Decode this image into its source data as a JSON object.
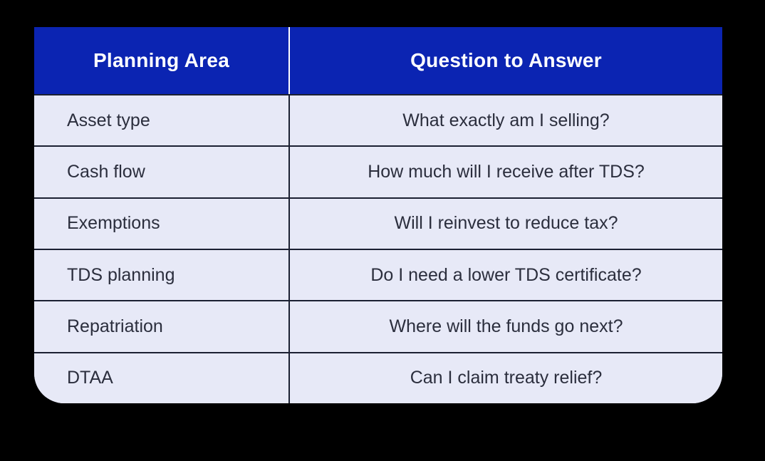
{
  "colors": {
    "background": "#000000",
    "header_background": "#0b24b2",
    "header_text": "#ffffff",
    "header_divider": "#ffffff",
    "row_background": "#e7e9f7",
    "row_text": "#2b2e3d",
    "divider": "#1b2032"
  },
  "chart_data": {
    "type": "table",
    "columns": [
      "Planning Area",
      "Question to Answer"
    ],
    "rows": [
      [
        "Asset type",
        "What exactly am I selling?"
      ],
      [
        "Cash flow",
        "How much will I receive after TDS?"
      ],
      [
        "Exemptions",
        "Will I reinvest to reduce tax?"
      ],
      [
        "TDS planning",
        "Do I need a lower TDS certificate?"
      ],
      [
        "Repatriation",
        "Where will the funds go next?"
      ],
      [
        "DTAA",
        "Can I claim treaty relief?"
      ]
    ],
    "layout": {
      "legend": "none",
      "grid": "row-dividers",
      "column_alignment": [
        "left",
        "center"
      ],
      "header_style": "solid-blue-bar",
      "rounded_corners": "bottom-only"
    }
  }
}
